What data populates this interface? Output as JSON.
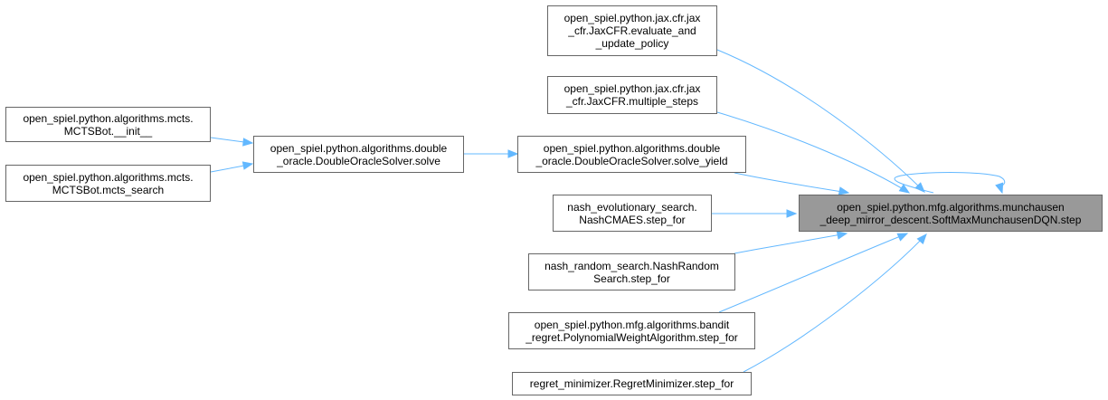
{
  "graph": {
    "colors": {
      "edge": "#63b8ff",
      "node_border": "#666666",
      "focus_fill": "#999999"
    },
    "nodes": {
      "target": {
        "line1": "open_spiel.python.mfg.algorithms.munchausen",
        "line2": "_deep_mirror_descent.SoftMaxMunchausenDQN.step"
      },
      "jax_eval": {
        "line1": "open_spiel.python.jax.cfr.jax",
        "line2": "_cfr.JaxCFR.evaluate_and",
        "line3": "_update_policy"
      },
      "jax_multi": {
        "line1": "open_spiel.python.jax.cfr.jax",
        "line2": "_cfr.JaxCFR.multiple_steps"
      },
      "solve_yield": {
        "line1": "open_spiel.python.algorithms.double",
        "line2": "_oracle.DoubleOracleSolver.solve_yield"
      },
      "solve": {
        "line1": "open_spiel.python.algorithms.double",
        "line2": "_oracle.DoubleOracleSolver.solve"
      },
      "mcts_init": {
        "line1": "open_spiel.python.algorithms.mcts.",
        "line2": "MCTSBot.__init__"
      },
      "mcts_search": {
        "line1": "open_spiel.python.algorithms.mcts.",
        "line2": "MCTSBot.mcts_search"
      },
      "nash_evo": {
        "line1": "nash_evolutionary_search.",
        "line2": "NashCMAES.step_for"
      },
      "nash_rand": {
        "line1": "nash_random_search.NashRandom",
        "line2": "Search.step_for"
      },
      "bandit": {
        "line1": "open_spiel.python.mfg.algorithms.bandit",
        "line2": "_regret.PolynomialWeightAlgorithm.step_for"
      },
      "regret": {
        "line1": "regret_minimizer.RegretMinimizer.step_for"
      }
    }
  }
}
